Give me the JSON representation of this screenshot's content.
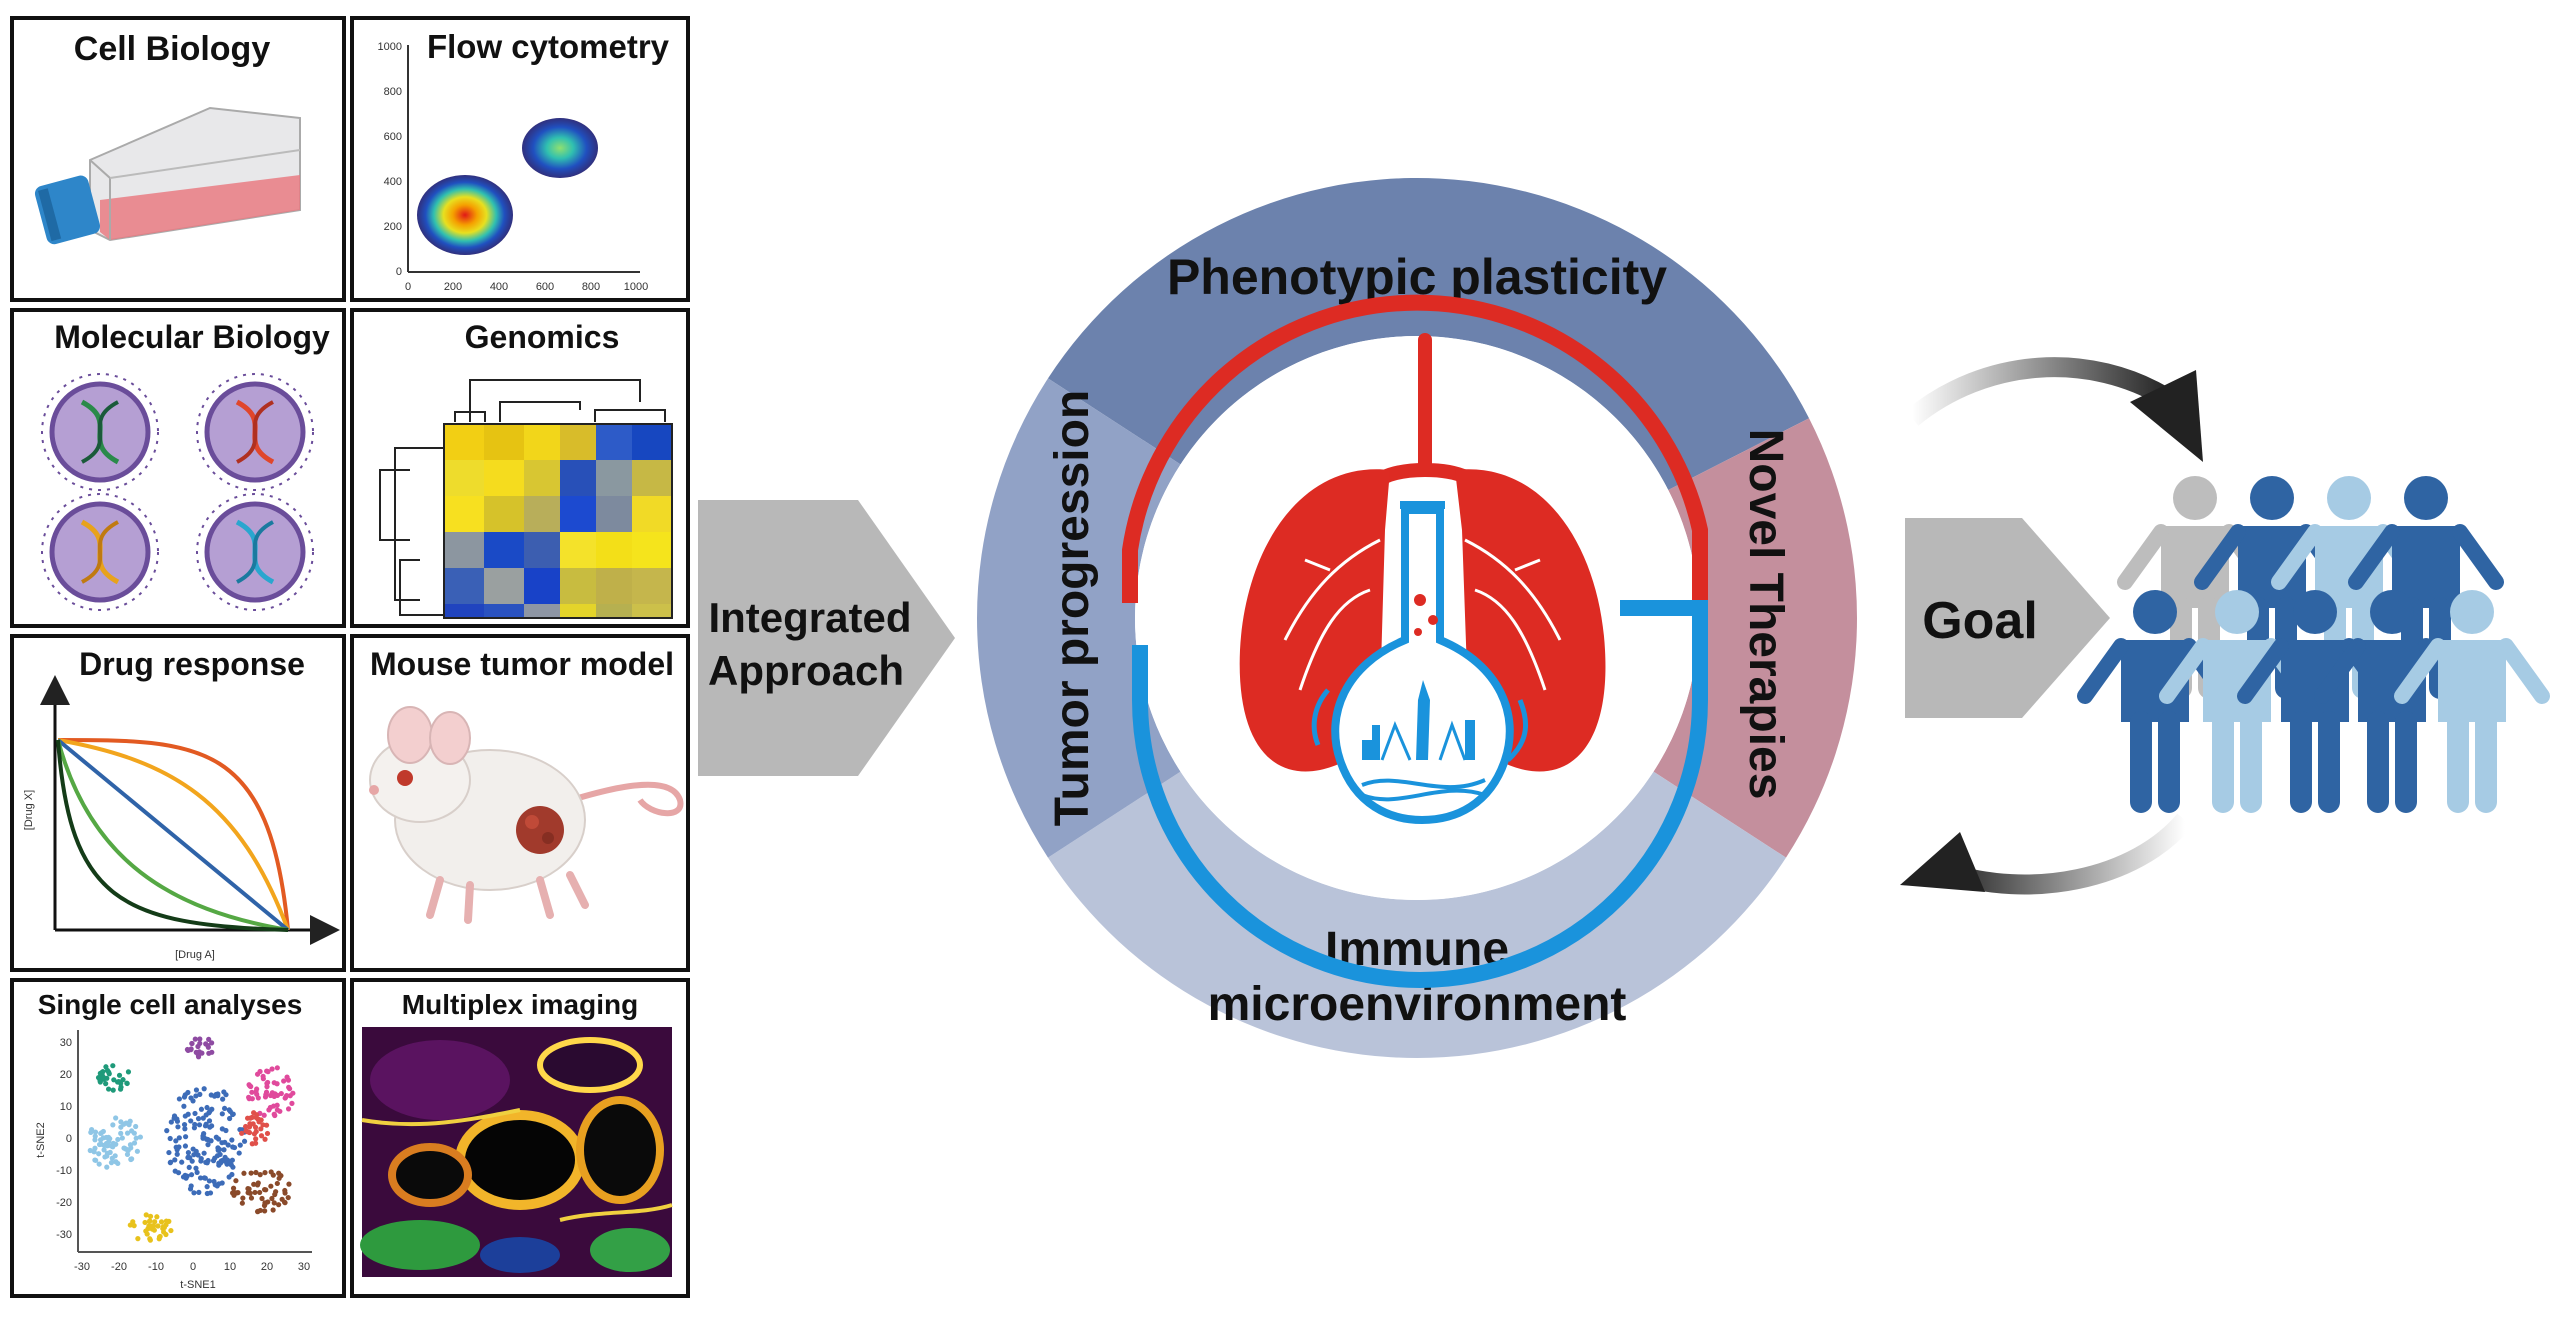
{
  "panels": {
    "cell_biology": {
      "title": "Cell Biology"
    },
    "flow_cytometry": {
      "title": "Flow cytometry",
      "y_ticks": [
        "1000",
        "800",
        "600",
        "400",
        "200",
        "0"
      ],
      "x_ticks": [
        "0",
        "200",
        "400",
        "600",
        "800",
        "1000"
      ]
    },
    "molecular_biology": {
      "title": "Molecular Biology"
    },
    "genomics": {
      "title": "Genomics"
    },
    "drug_response": {
      "title": "Drug response",
      "xlabel": "[Drug A]",
      "ylabel": "[Drug X]"
    },
    "mouse_model": {
      "title": "Mouse tumor model"
    },
    "single_cell": {
      "title": "Single cell analyses",
      "xlabel": "t-SNE1",
      "ylabel": "t-SNE2",
      "x_ticks": [
        "-30",
        "-20",
        "-10",
        "0",
        "10",
        "20",
        "30"
      ],
      "y_ticks": [
        "30",
        "20",
        "10",
        "0",
        "-10",
        "-20",
        "-30"
      ]
    },
    "multiplex": {
      "title": "Multiplex imaging"
    }
  },
  "integrated": {
    "line1": "Integrated",
    "line2": "Approach",
    "color": "#b8b8b8"
  },
  "ring": {
    "top": "Phenotypic plasticity",
    "left": "Tumor progression",
    "right": "Novel Therapies",
    "bottom_line1": "Immune",
    "bottom_line2": "microenvironment",
    "colors": {
      "top": "#6c82ad",
      "left": "#91a2c6",
      "right": "#c48f9d",
      "bottom": "#b9c3d9"
    }
  },
  "logo": {
    "red": "#dd2b23",
    "blue": "#1a93dc"
  },
  "goal": {
    "label": "Goal",
    "color": "#b8b8b8"
  },
  "people_colors": {
    "dark": "#2f64a3",
    "light": "#a6cbe4",
    "gray": "#bdbdbd"
  }
}
